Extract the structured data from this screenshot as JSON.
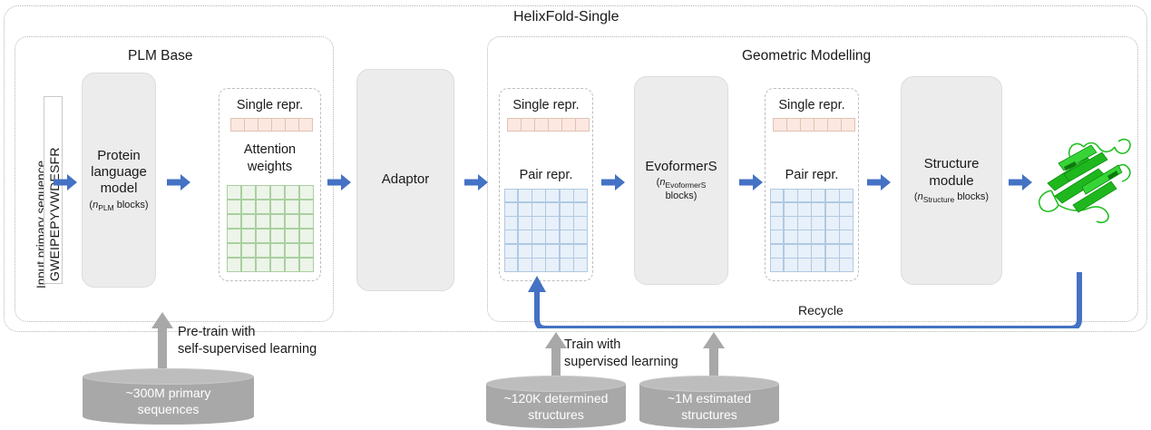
{
  "diagram": {
    "title": "HelixFold-Single",
    "sections": {
      "plm": "PLM Base",
      "geometric": "Geometric Modelling"
    },
    "input": {
      "sequence": "GWEIPEPYVWDESFR",
      "label": "Input primary sequence"
    },
    "modules": {
      "plm": {
        "line1": "Protein",
        "line2": "language",
        "line3": "model",
        "sub_open": "(",
        "sub_n": "n",
        "sub_sub": "PLM",
        "sub_close": " blocks)"
      },
      "adaptor": {
        "line1": "Adaptor"
      },
      "evoformer": {
        "line1": "EvoformerS",
        "sub_open": "(",
        "sub_n": "n",
        "sub_sub": "EvoformerS",
        "sub_close": "",
        "sub_line2": "blocks)"
      },
      "structure": {
        "line1": "Structure",
        "line2": "module",
        "sub_open": "(",
        "sub_n": "n",
        "sub_sub": "Structure",
        "sub_close": " blocks)"
      }
    },
    "panels": {
      "plm_out": {
        "single": "Single repr.",
        "matrix_label_l1": "Attention",
        "matrix_label_l2": "weights",
        "matrix_kind": "green",
        "rows": 6,
        "cols": 6
      },
      "geo_in": {
        "single": "Single repr.",
        "matrix_label_l1": "Pair repr.",
        "matrix_label_l2": "",
        "matrix_kind": "blue",
        "rows": 6,
        "cols": 6
      },
      "geo_mid": {
        "single": "Single repr.",
        "matrix_label_l1": "Pair repr.",
        "matrix_label_l2": "",
        "matrix_kind": "blue",
        "rows": 6,
        "cols": 6
      }
    },
    "single_repr_cells": 6,
    "recycle_label": "Recycle",
    "training": {
      "pretrain_l1": "Pre-train with",
      "pretrain_l2": "self-supervised learning",
      "train_l1": "Train with",
      "train_l2": "supervised learning"
    },
    "datasets": [
      {
        "line1": "~300M primary",
        "line2": "sequences"
      },
      {
        "line1": "~120K determined",
        "line2": "structures"
      },
      {
        "line1": "~1M estimated",
        "line2": "structures"
      }
    ],
    "output": {
      "name": "protein-structure-ribbon"
    },
    "colors": {
      "arrow_blue": "#4472c4",
      "recycle_blue": "#4472c4",
      "single_repr_fill": "#fce8e0",
      "single_repr_border": "#dfc2b4",
      "attention_fill": "#edf4e9",
      "attention_border": "#a9d0a0",
      "pair_fill": "#e8f0f9",
      "pair_border": "#afc9e3",
      "module_fill": "#ececec",
      "dataset_fill": "#a8a8a8",
      "protein_green": "#22c022"
    }
  }
}
